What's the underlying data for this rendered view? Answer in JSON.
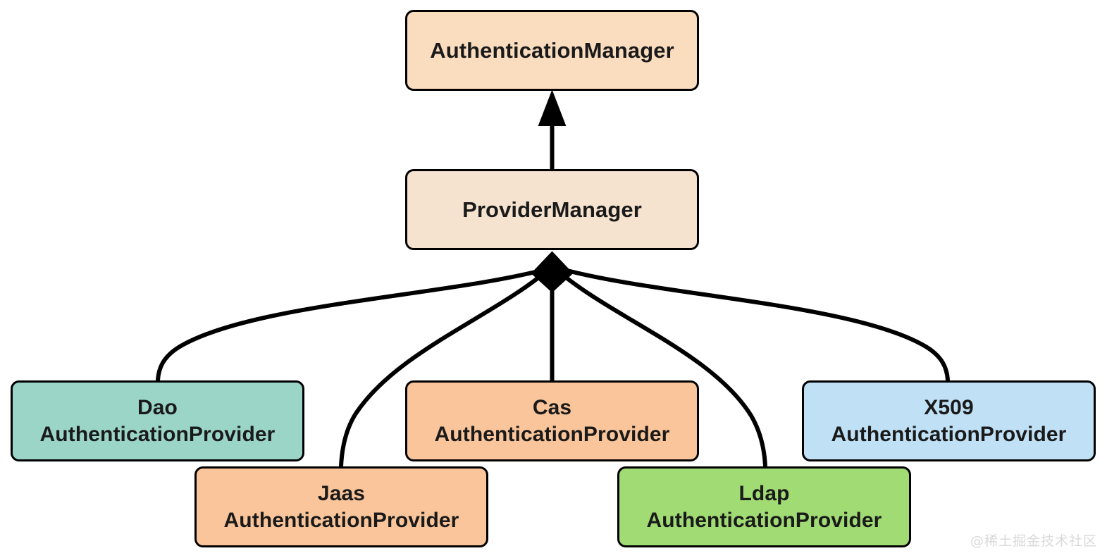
{
  "diagram": {
    "type": "uml-class-diagram",
    "title": "Spring Security AuthenticationManager / ProviderManager hierarchy",
    "background_color": "#ffffff",
    "border_color": "#000000",
    "text_color": "#1a1a1a",
    "nodes": [
      {
        "id": "authentication-manager",
        "lines": [
          "AuthenticationManager"
        ],
        "fill": "#fadcbf",
        "role": "interface"
      },
      {
        "id": "provider-manager",
        "lines": [
          "ProviderManager"
        ],
        "fill": "#f5e3cf",
        "role": "implementation"
      },
      {
        "id": "dao",
        "lines": [
          "Dao",
          "AuthenticationProvider"
        ],
        "fill": "#9ad5c8",
        "role": "provider"
      },
      {
        "id": "cas",
        "lines": [
          "Cas",
          "AuthenticationProvider"
        ],
        "fill": "#fac59a",
        "role": "provider"
      },
      {
        "id": "x509",
        "lines": [
          "X509",
          "AuthenticationProvider"
        ],
        "fill": "#bfe0f5",
        "role": "provider"
      },
      {
        "id": "jaas",
        "lines": [
          "Jaas",
          "AuthenticationProvider"
        ],
        "fill": "#fac59a",
        "role": "provider"
      },
      {
        "id": "ldap",
        "lines": [
          "Ldap",
          "AuthenticationProvider"
        ],
        "fill": "#a0db74",
        "role": "provider"
      }
    ],
    "edges": [
      {
        "id": "generalization",
        "from": "provider-manager",
        "to": "authentication-manager",
        "marker": "filled-triangle-arrowhead",
        "style": "straight"
      },
      {
        "id": "composition-dao",
        "from": "provider-manager",
        "to": "dao",
        "marker": "filled-diamond",
        "style": "curved"
      },
      {
        "id": "composition-jaas",
        "from": "provider-manager",
        "to": "jaas",
        "marker": "filled-diamond",
        "style": "curved"
      },
      {
        "id": "composition-cas",
        "from": "provider-manager",
        "to": "cas",
        "marker": "filled-diamond",
        "style": "straight"
      },
      {
        "id": "composition-ldap",
        "from": "provider-manager",
        "to": "ldap",
        "marker": "filled-diamond",
        "style": "curved"
      },
      {
        "id": "composition-x509",
        "from": "provider-manager",
        "to": "x509",
        "marker": "filled-diamond",
        "style": "curved"
      }
    ]
  },
  "watermark": {
    "text": "@稀土掘金技术社区",
    "color": "#d9d9d9"
  }
}
